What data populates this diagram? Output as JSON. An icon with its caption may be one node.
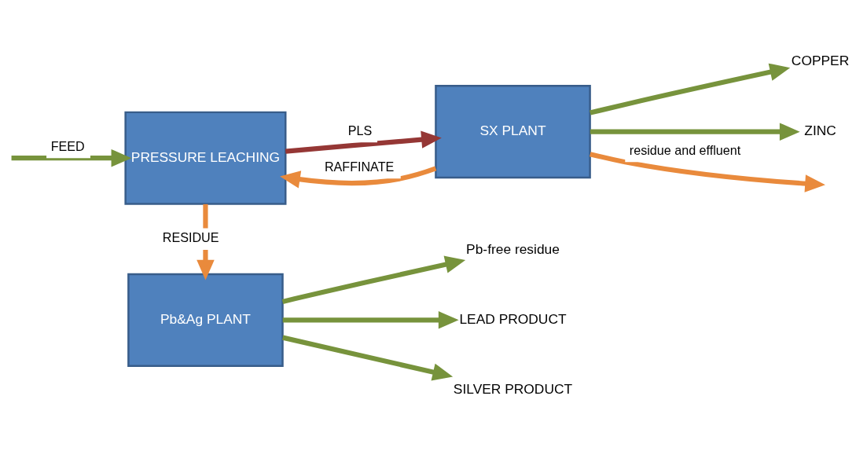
{
  "diagram": {
    "nodes": [
      {
        "text": [
          "PRESSURE LEACHING"
        ]
      },
      {
        "text": [
          "SX PLANT"
        ]
      },
      {
        "text": [
          "Pb&Ag PLANT"
        ]
      },
      {
        "text": [
          "COPPER"
        ]
      },
      {
        "text": [
          "ZINC"
        ]
      },
      {
        "text": [
          "Pb-free residue"
        ]
      },
      {
        "text": [
          "LEAD PRODUCT"
        ]
      },
      {
        "text": [
          "SILVER PRODUCT"
        ]
      }
    ],
    "edges": [
      {
        "from": null,
        "to": 0,
        "arrow": "to",
        "label": "FEED"
      },
      {
        "from": 0,
        "to": 1,
        "arrow": "to",
        "label": "PLS",
        "color": "#953735"
      },
      {
        "from": 1,
        "to": 0,
        "arrow": "to",
        "label": "RAFFINATE",
        "color": "#e98a3c"
      },
      {
        "from": 1,
        "to": 3,
        "arrow": "to"
      },
      {
        "from": 1,
        "to": 4,
        "arrow": "to"
      },
      {
        "from": 1,
        "to": null,
        "arrow": "to",
        "label": "residue and effluent",
        "color": "#e98a3c"
      },
      {
        "from": 0,
        "to": 2,
        "arrow": "to",
        "label": "RESIDUE",
        "color": "#e98a3c"
      },
      {
        "from": 2,
        "to": 5,
        "arrow": "to"
      },
      {
        "from": 2,
        "to": 6,
        "arrow": "to"
      },
      {
        "from": 2,
        "to": 7,
        "arrow": "to"
      }
    ]
  }
}
